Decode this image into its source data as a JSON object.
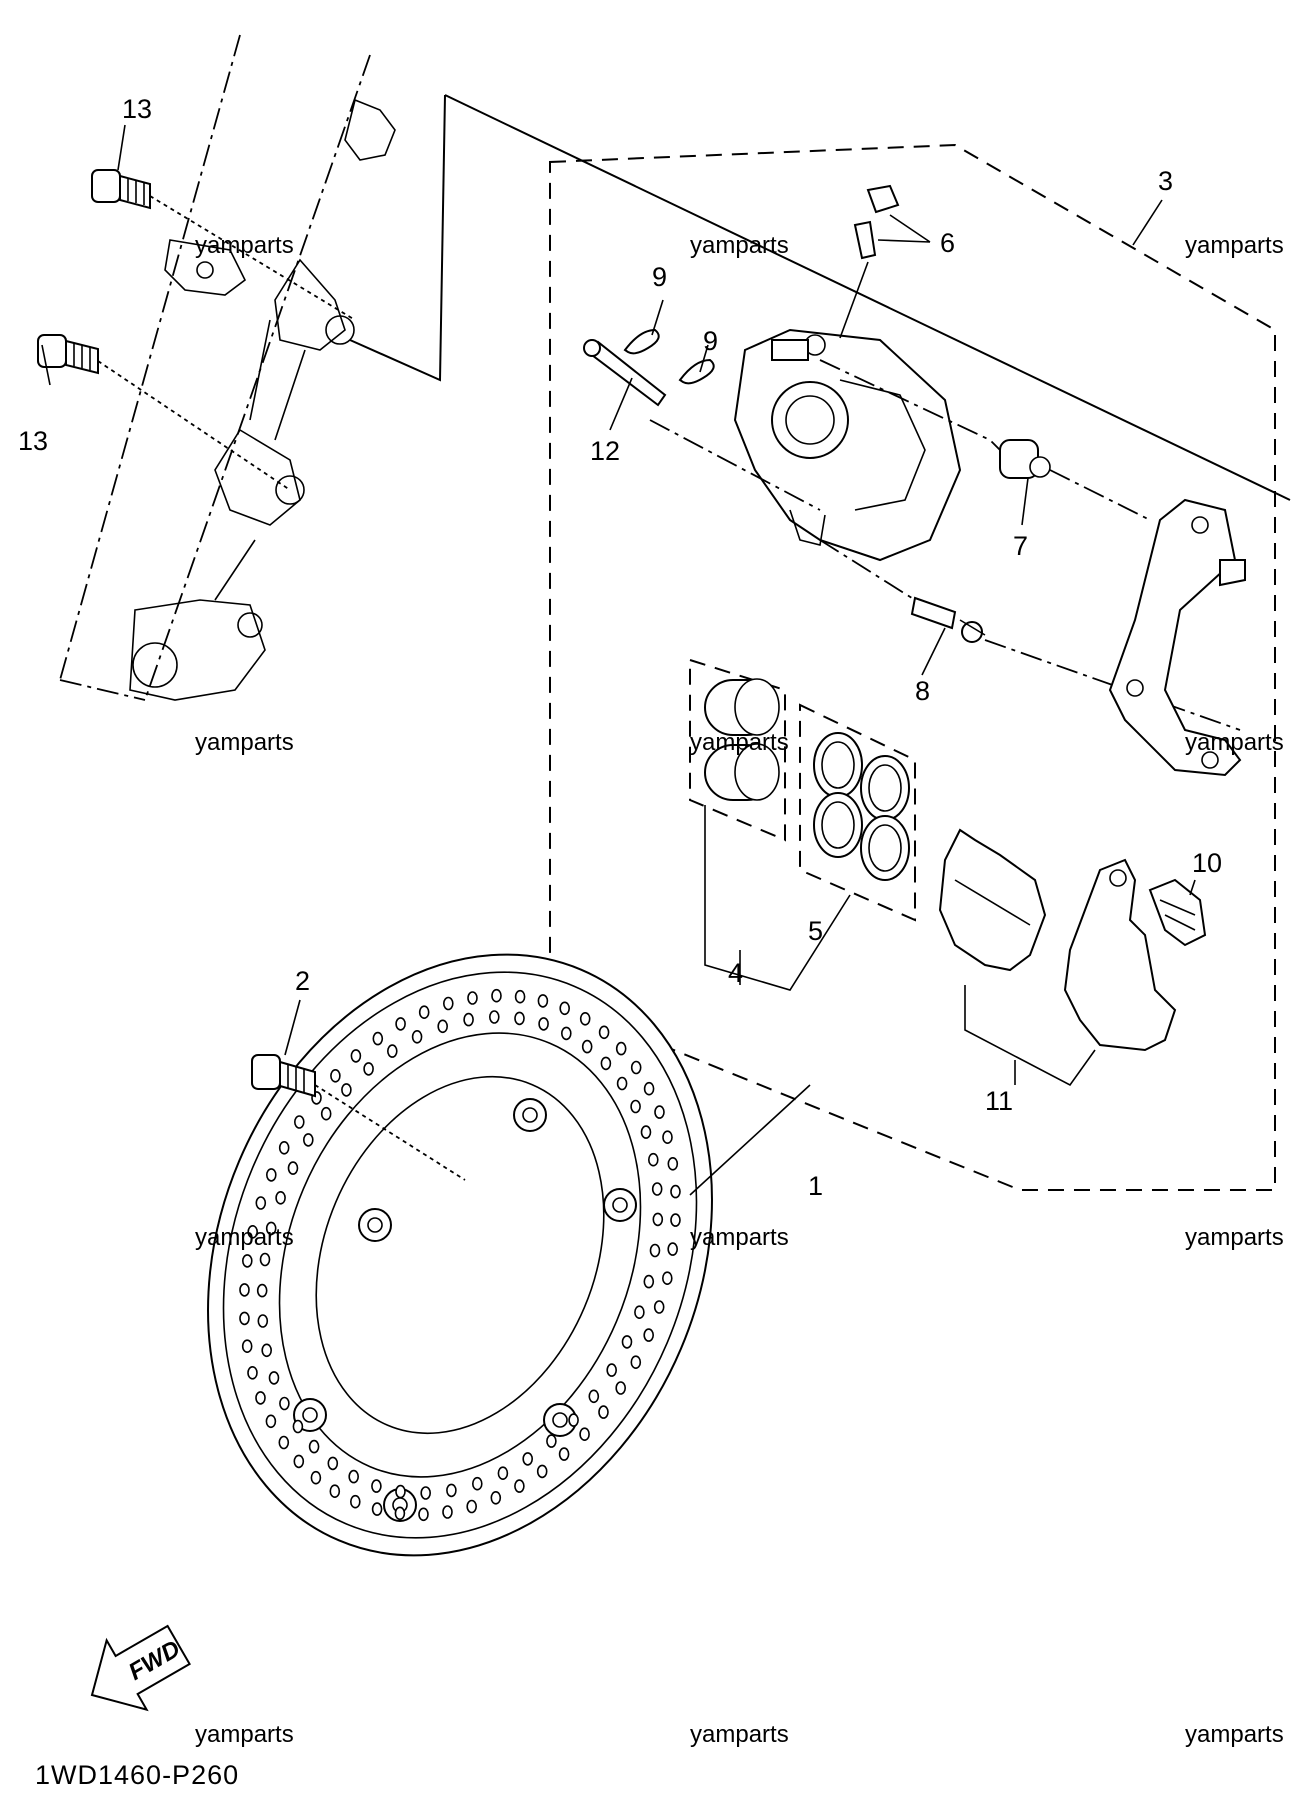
{
  "diagram": {
    "code": "1WD1460-P260",
    "watermark": "yamparts",
    "fwd_label": "FWD",
    "callouts": [
      {
        "id": "1",
        "label": "1"
      },
      {
        "id": "2",
        "label": "2"
      },
      {
        "id": "3",
        "label": "3"
      },
      {
        "id": "4",
        "label": "4"
      },
      {
        "id": "5",
        "label": "5"
      },
      {
        "id": "6",
        "label": "6"
      },
      {
        "id": "7",
        "label": "7"
      },
      {
        "id": "8",
        "label": "8"
      },
      {
        "id": "9a",
        "label": "9"
      },
      {
        "id": "9b",
        "label": "9"
      },
      {
        "id": "10",
        "label": "10"
      },
      {
        "id": "11",
        "label": "11"
      },
      {
        "id": "12",
        "label": "12"
      },
      {
        "id": "13a",
        "label": "13"
      },
      {
        "id": "13b",
        "label": "13"
      }
    ]
  }
}
